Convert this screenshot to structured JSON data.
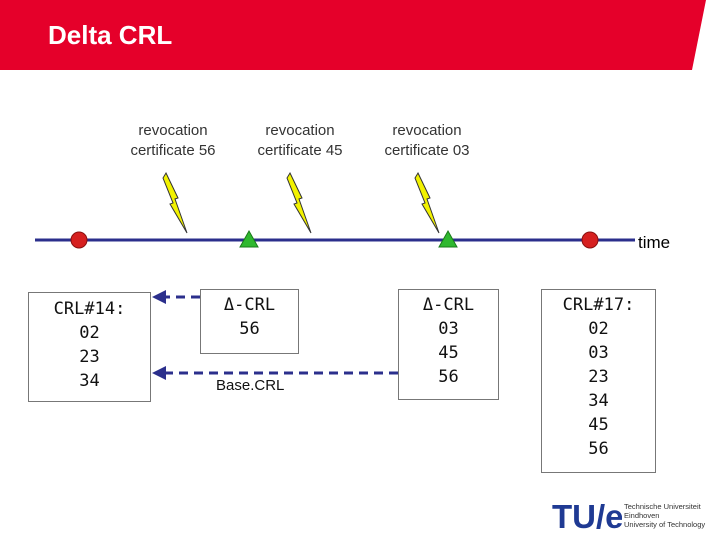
{
  "header": {
    "title": "Delta CRL",
    "color": "#e5002a"
  },
  "revocations": [
    {
      "line1": "revocation",
      "line2": "certificate 56"
    },
    {
      "line1": "revocation",
      "line2": "certificate 45"
    },
    {
      "line1": "revocation",
      "line2": "certificate 03"
    }
  ],
  "timeline": {
    "label": "time"
  },
  "crl14": {
    "lines": [
      "CRL#14:",
      "02",
      "23",
      "34"
    ]
  },
  "delta1": {
    "lines": [
      "Δ-CRL",
      "56"
    ]
  },
  "delta2": {
    "lines": [
      "Δ-CRL",
      "03",
      "45",
      "56"
    ]
  },
  "crl17": {
    "lines": [
      "CRL#17:",
      "02",
      "03",
      "23",
      "34",
      "45",
      "56"
    ]
  },
  "base_crl": {
    "label": "Base.CRL"
  },
  "logo": {
    "mark": "TU/e",
    "lines": [
      "Technische Universiteit",
      "Eindhoven",
      "University of Technology"
    ],
    "color": "#1f3a93",
    "accent": "#e5002a"
  },
  "colors": {
    "line": "#2b2f8c",
    "event_red": "#d62020",
    "event_green": "#2fb82f",
    "bolt": "#f2f200"
  }
}
